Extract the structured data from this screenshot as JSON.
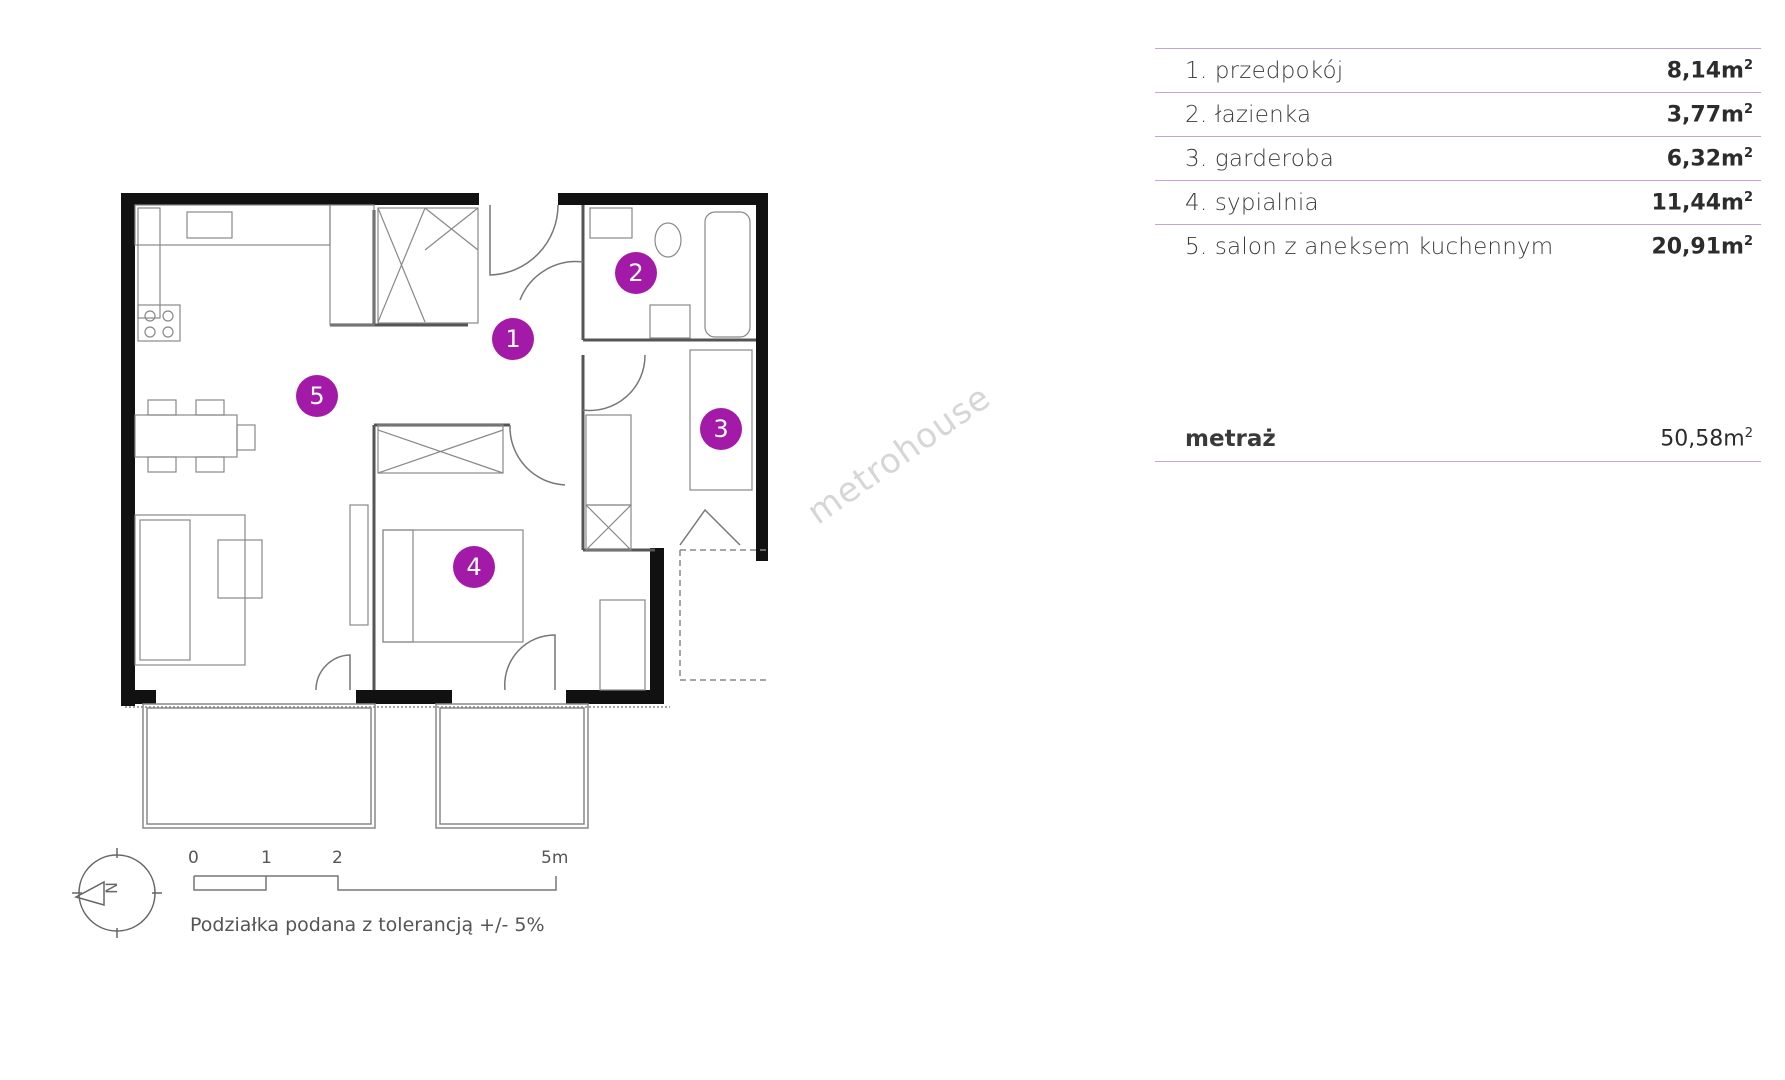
{
  "rooms": [
    {
      "label": "1. przedpokój",
      "area": "8,14m",
      "sup": "2"
    },
    {
      "label": "2. łazienka",
      "area": "3,77m",
      "sup": "2"
    },
    {
      "label": "3. garderoba",
      "area": "6,32m",
      "sup": "2"
    },
    {
      "label": "4. sypialnia",
      "area": "11,44m",
      "sup": "2"
    },
    {
      "label": "5. salon z aneksem kuchennym",
      "area": "20,91m",
      "sup": "2"
    }
  ],
  "total": {
    "label": "metraż",
    "value": "50,58m",
    "sup": "2"
  },
  "plan": {
    "markers": [
      "1",
      "2",
      "3",
      "4",
      "5"
    ],
    "compass_letter": "N",
    "scale": {
      "ticks": [
        "0",
        "1",
        "2",
        "5m"
      ],
      "note": "Podziałka podana z tolerancją +/- 5%"
    },
    "watermark": "metrohouse"
  },
  "colors": {
    "marker": "#a31aa9",
    "divider": "#c9a3d3",
    "wall": "#111111"
  },
  "icons": [
    "compass-icon",
    "stove-icon",
    "sink-icon",
    "toilet-icon",
    "bathtub-icon",
    "bed-icon",
    "sofa-icon",
    "dining-table-icon"
  ]
}
